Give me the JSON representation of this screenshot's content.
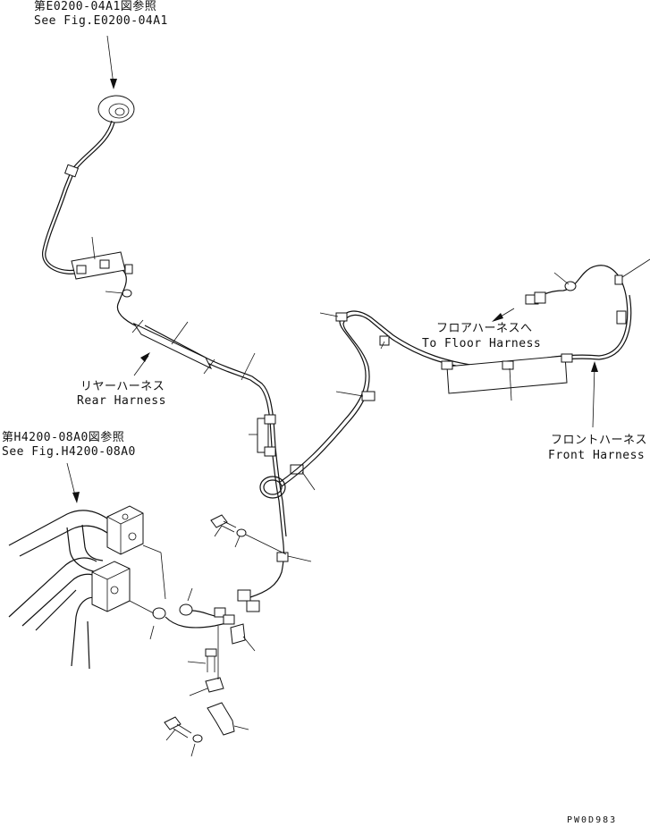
{
  "labels": {
    "ref_top_jp": "第E0200-04A1図参照",
    "ref_top_en": "See Fig.E0200-04A1",
    "rear_jp": "リヤーハーネス",
    "rear_en": "Rear Harness",
    "ref_left_jp": "第H4200-08A0図参照",
    "ref_left_en": "See Fig.H4200-08A0",
    "floor_jp": "フロアハーネスへ",
    "floor_en": "To Floor Harness",
    "front_jp": "フロントハーネス",
    "front_en": "Front Harness",
    "drawing_code": "PW0D983"
  }
}
